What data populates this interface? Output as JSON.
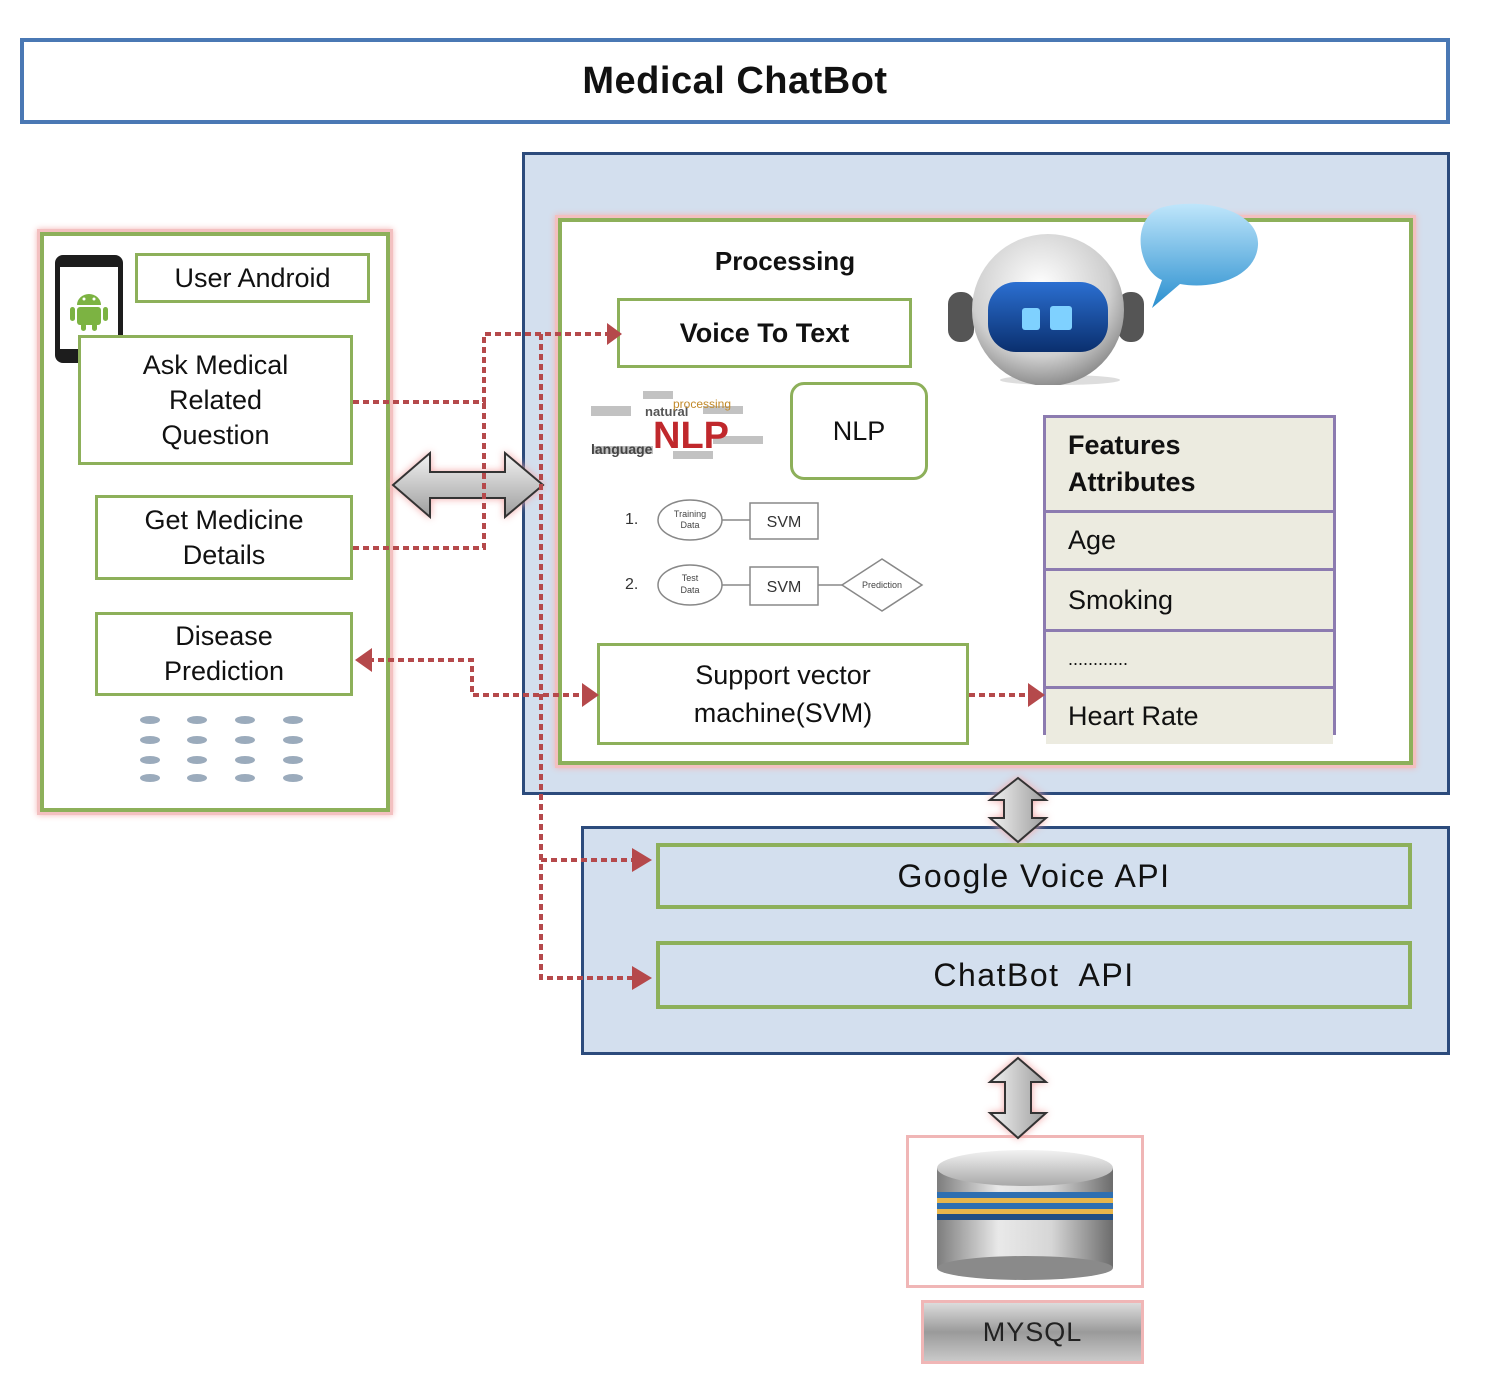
{
  "title": "Medical ChatBot",
  "client": {
    "user_android": "User Android",
    "ask_question": [
      "Ask Medical",
      "Related",
      "Question"
    ],
    "medicine": [
      "Get Medicine",
      "Details"
    ],
    "disease": [
      "Disease",
      "Prediction"
    ]
  },
  "processing": {
    "heading": "Processing",
    "voice_to_text": "Voice To Text",
    "nlp": "NLP",
    "nlp_cloud_word": "NLP",
    "svm": [
      "Support vector",
      "machine(SVM)"
    ]
  },
  "svm_steps": [
    {
      "num": "1.",
      "input": [
        "Training",
        "Data"
      ],
      "model": "SVM"
    },
    {
      "num": "2.",
      "input": [
        "Test",
        "Data"
      ],
      "model": "SVM",
      "output": "Prediction"
    }
  ],
  "features": {
    "header": [
      "Features",
      "Attributes"
    ],
    "rows": [
      "Age",
      "Smoking",
      "............",
      "Heart Rate"
    ]
  },
  "apis": {
    "google_voice": "Google Voice API",
    "chatbot": "ChatBot  API"
  },
  "database": "MYSQL",
  "colors": {
    "panel_border": "#2c4b7c",
    "panel_fill": "#d3dfee",
    "box_border": "#8db05a",
    "glow": "#f3b5b5",
    "connector": "#b5494b",
    "feature_border": "#8c7bb0"
  }
}
